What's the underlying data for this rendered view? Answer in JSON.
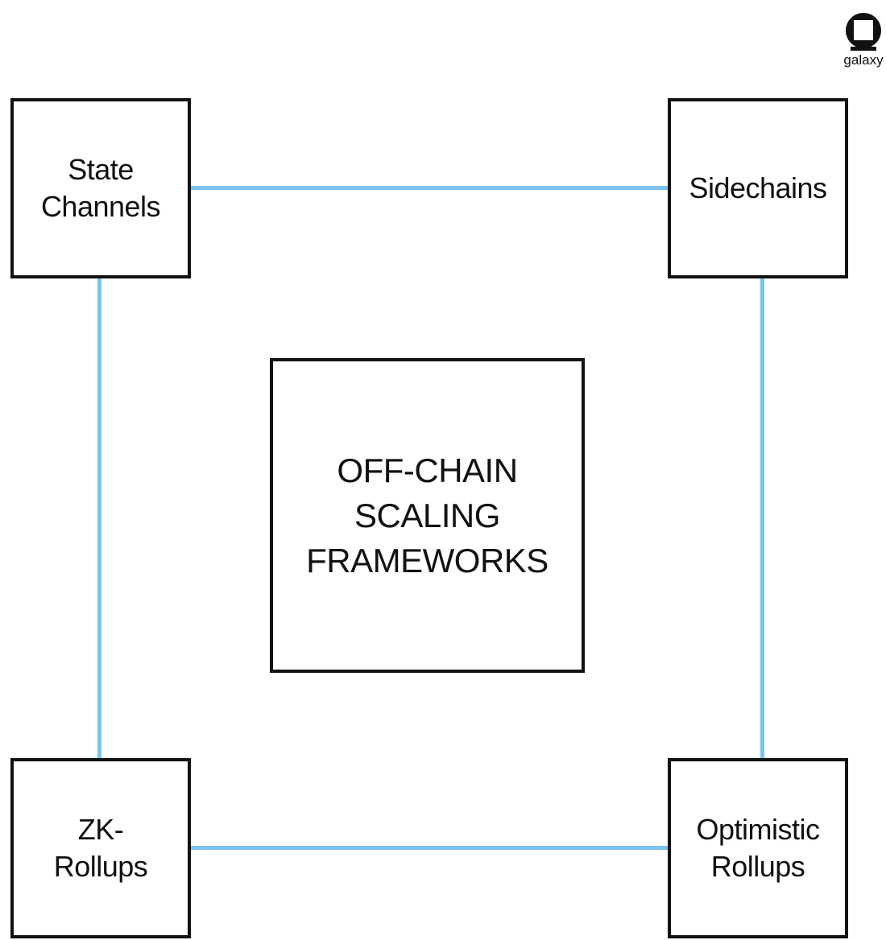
{
  "logo": {
    "text": "galaxy",
    "icon": "galaxy-logo-icon"
  },
  "nodes": {
    "top_left": {
      "label": "State\nChannels"
    },
    "top_right": {
      "label": "Sidechains"
    },
    "bottom_left": {
      "label": "ZK-\nRollups"
    },
    "bottom_right": {
      "label": "Optimistic\nRollups"
    },
    "center": {
      "label": "OFF-CHAIN\nSCALING\nFRAMEWORKS"
    }
  },
  "colors": {
    "connector": "#7cc4ee",
    "border": "#111111",
    "background": "#ffffff"
  }
}
